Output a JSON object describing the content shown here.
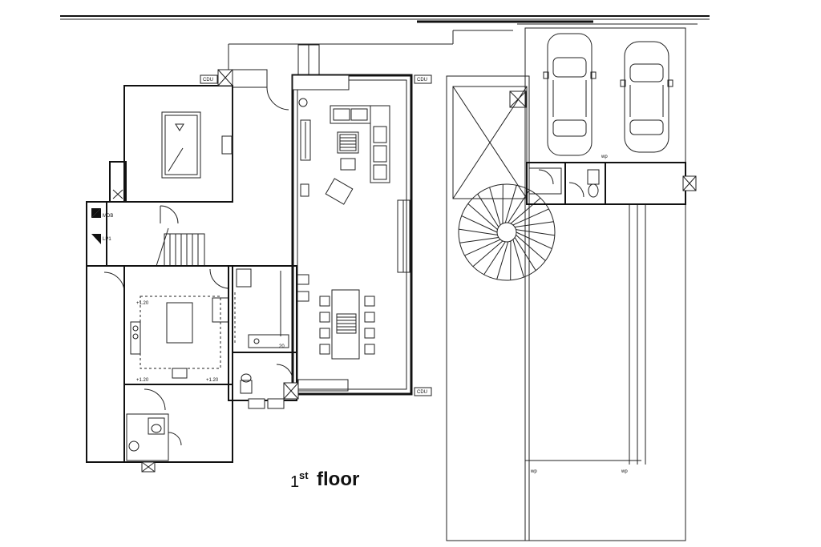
{
  "caption": {
    "number": "1",
    "superscript": "st",
    "word": "floor"
  },
  "labels": {
    "cdu": "CDU",
    "mdb": "MDB",
    "lp1": "LP1",
    "wp": "wp",
    "level": "+1.20",
    "twenty": "20"
  }
}
